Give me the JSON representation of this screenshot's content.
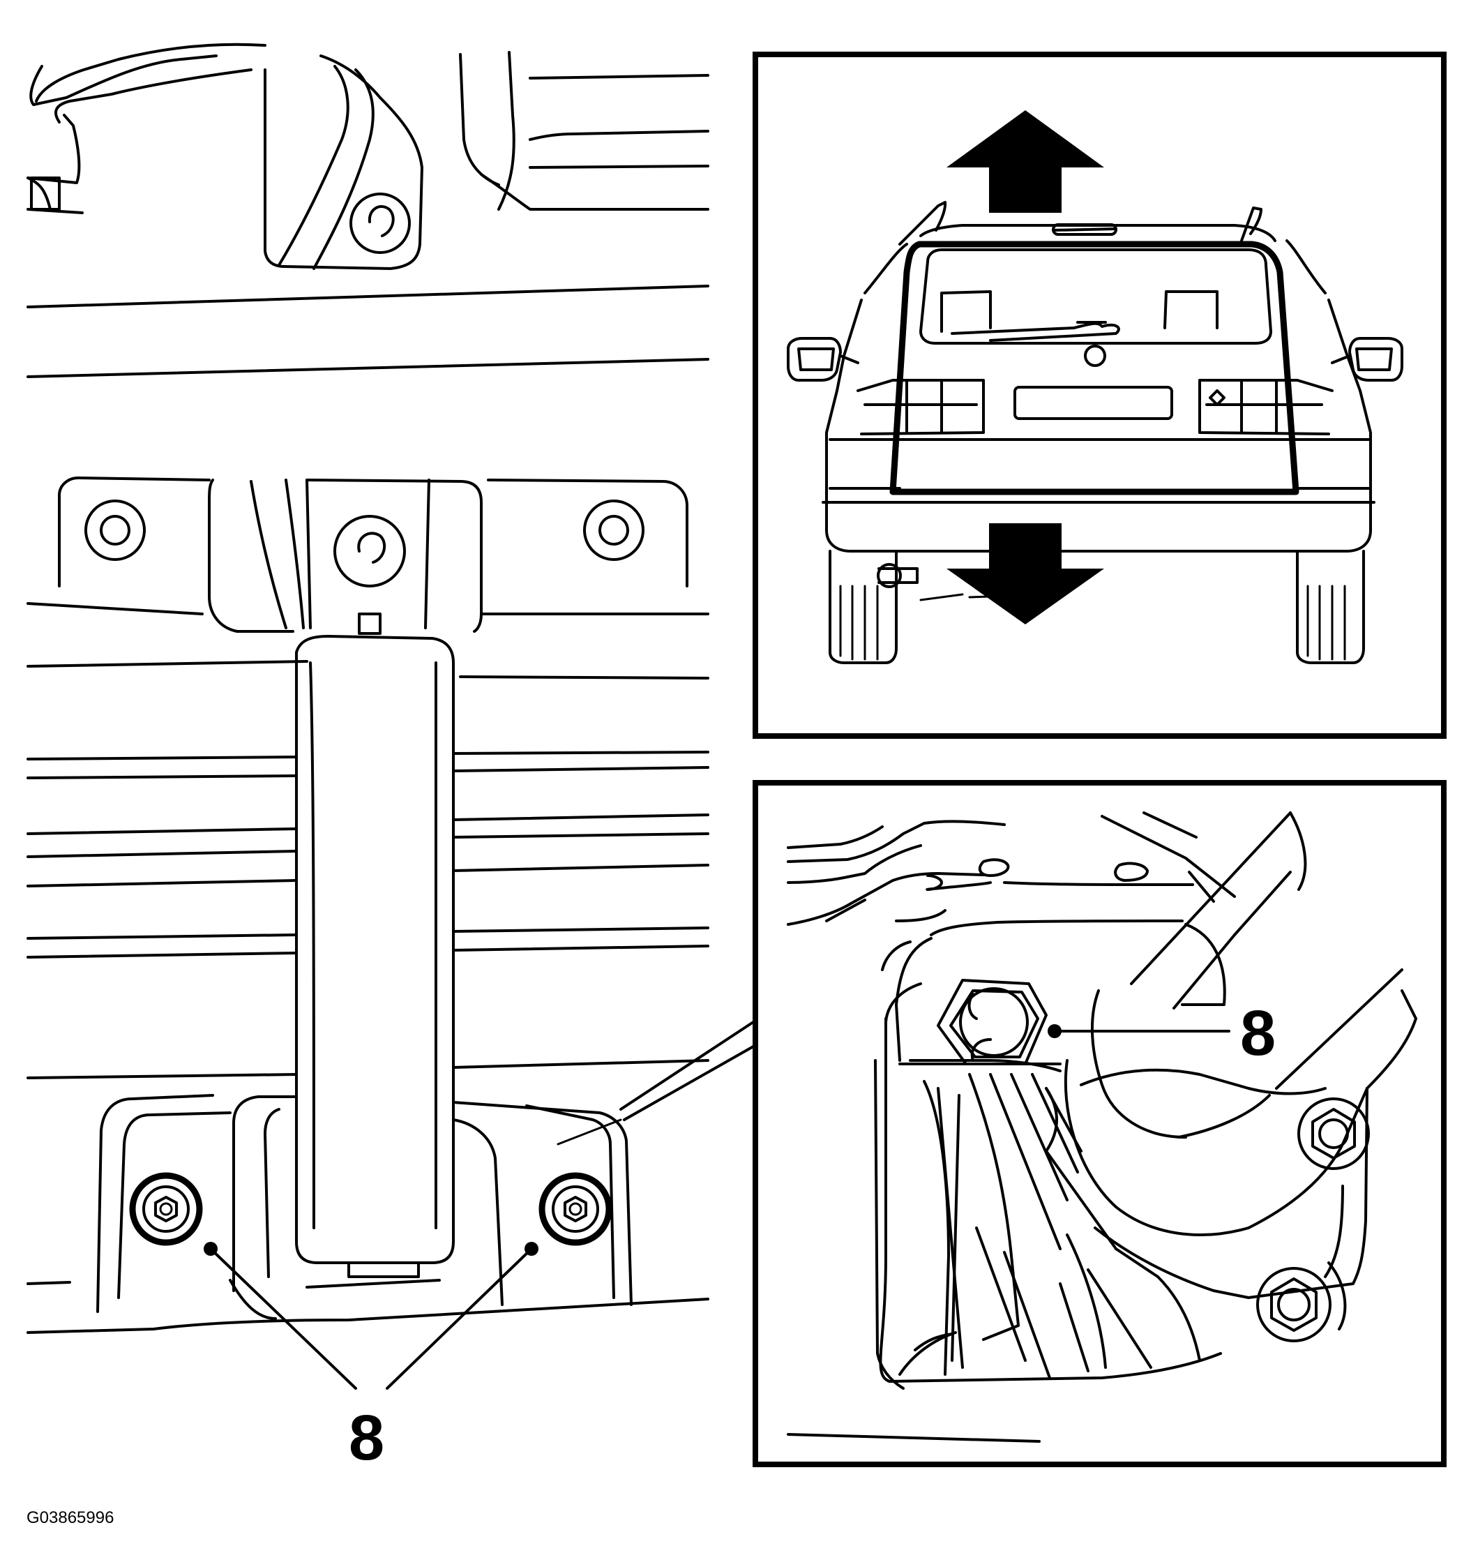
{
  "diagram": {
    "main_view": {
      "callout": {
        "label": "8",
        "leaders": 2
      }
    },
    "inset_vehicle_rear": {
      "arrows": [
        "arrow-up-icon",
        "arrow-down-icon"
      ]
    },
    "inset_detail": {
      "callout": {
        "label": "8"
      }
    },
    "figure_code": "G03865996"
  }
}
